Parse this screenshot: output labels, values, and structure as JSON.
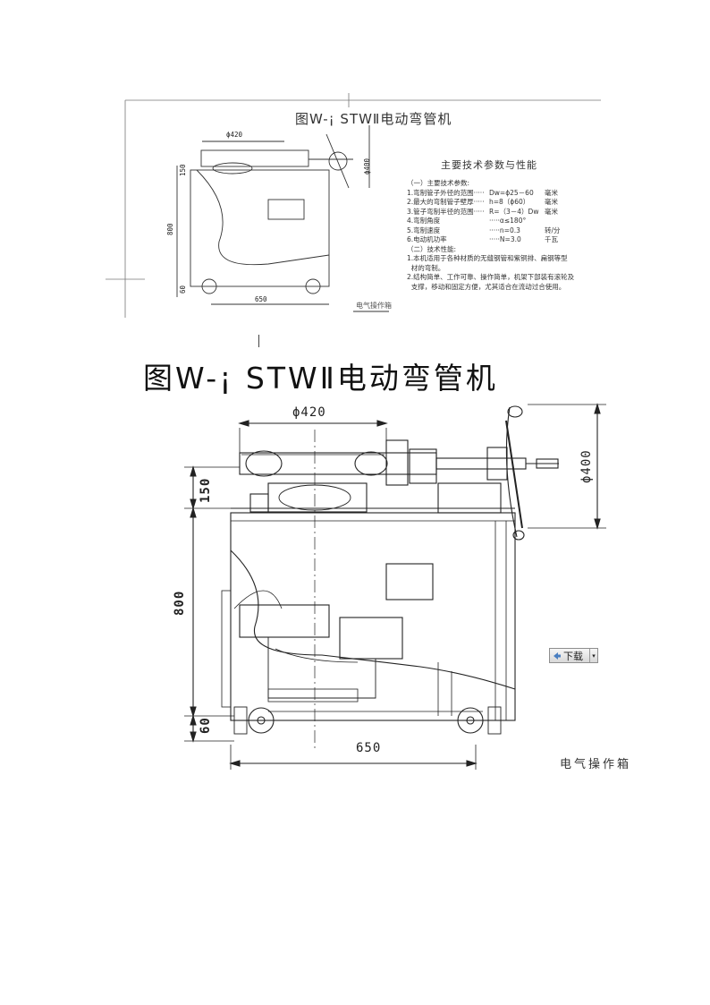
{
  "top_figure": {
    "title": "图W-¡ STWⅡ电动弯管机",
    "dim_d420": "ϕ420",
    "dim_d400": "ϕ400",
    "dim_150": "150",
    "dim_800": "800",
    "dim_60": "60",
    "dim_650": "650",
    "caption_cabinet": "电气操作箱",
    "caption_bottom_left": "",
    "specs": {
      "heading": "主要技术参数与性能",
      "section1": "（一）主要技术参数:",
      "rows": [
        {
          "label": "1.弯制管子外径的范围·····",
          "value": "Dw=ϕ25－60",
          "unit": "毫米"
        },
        {
          "label": "2.最大的弯制管子壁厚·····",
          "value": "h=8（ϕ60）",
          "unit": "毫米"
        },
        {
          "label": "3.管子弯制半径的范围·····",
          "value": "R=（3－4）Dw",
          "unit": "毫米"
        },
        {
          "label": "4.弯制角度",
          "value": "·····α≤180°",
          "unit": ""
        },
        {
          "label": "5.弯制速度",
          "value": "·····n=0.3",
          "unit": "转/分"
        },
        {
          "label": "6.电动机功率",
          "value": "·····N=3.0",
          "unit": "千瓦"
        }
      ],
      "section2": "（二）技术性能:",
      "notes": [
        "1.本机适用于各种材质的无缝钢管和紫铜排、扁钢等型",
        "  材的弯制。",
        "2.结构简单、工作可靠、操作简单，机架下部装有滚轮及",
        "  支撑，移动和固定方便，尤其适合在流动过合使用。"
      ]
    }
  },
  "main_figure": {
    "title": "图W-¡ STWⅡ电动弯管机",
    "dim_d420": "ϕ420",
    "dim_d400": "ϕ400",
    "dim_150": "150",
    "dim_800": "800",
    "dim_60": "60",
    "dim_650": "650",
    "caption_cabinet": "电气操作箱"
  },
  "download_button": {
    "label": "下载",
    "icon": "download-arrow-icon"
  }
}
